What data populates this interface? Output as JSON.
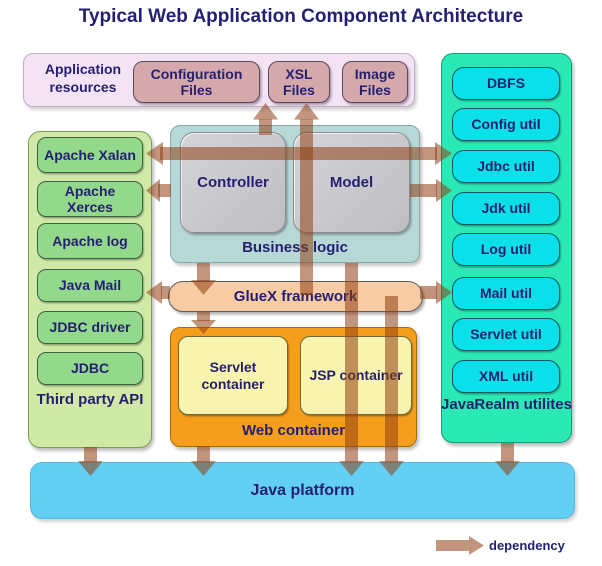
{
  "title": "Typical Web Application Component Architecture",
  "app_resources": {
    "label": "Application resources",
    "boxes": [
      "Configuration Files",
      "XSL Files",
      "Image Files"
    ]
  },
  "third_party": {
    "label": "Third party API",
    "boxes": [
      "Apache Xalan",
      "Apache Xerces",
      "Apache log",
      "Java Mail",
      "JDBC driver",
      "JDBC"
    ]
  },
  "business_logic": {
    "label": "Business logic",
    "boxes": [
      "Controller",
      "Model"
    ]
  },
  "gluex": {
    "label": "GlueX framework"
  },
  "web_container": {
    "label": "Web container",
    "boxes": [
      "Servlet container",
      "JSP container"
    ]
  },
  "javarealm": {
    "label": "JavaRealm utilites",
    "boxes": [
      "DBFS",
      "Config util",
      "Jdbc util",
      "Jdk util",
      "Log util",
      "Mail util",
      "Servlet util",
      "XML util"
    ]
  },
  "java_platform": {
    "label": "Java platform"
  },
  "legend": {
    "label": "dependency"
  },
  "colors": {
    "text_navy": "#241f70",
    "arrow_brown": "#c29077",
    "resources_bg": "#f3e3f5",
    "resources_box": "#d5a9ab",
    "third_party_bg": "#d0e9a6",
    "third_party_box": "#93d98c",
    "business_logic_bg": "#b6d8d7",
    "business_logic_box": "#c7c7cb",
    "gluex_bg": "#f7cba3",
    "web_container_bg": "#f59e1c",
    "web_container_box": "#f8f3ae",
    "javarealm_bg": "#2be9b4",
    "javarealm_box": "#0bdfe9",
    "java_platform_bg": "#63cff2"
  }
}
